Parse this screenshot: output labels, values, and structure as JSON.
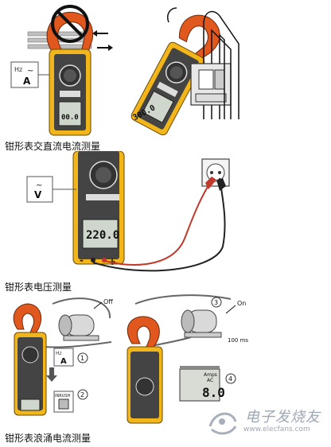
{
  "section1": {
    "caption": "钳形表交直流电流测量",
    "function_label_hz": "Hz",
    "function_label_tilde": "~",
    "function_label_unit": "A",
    "meter1_display": "00.0",
    "meter2_display": "300.0"
  },
  "section2": {
    "caption": "钳形表电压测量",
    "function_label_tilde": "~",
    "function_label_unit": "V",
    "display": "220.0",
    "minus_label": "-",
    "plus_label": "+"
  },
  "section3": {
    "caption": "钳形表浪涌电流测量",
    "motor_off_label": "Off",
    "motor_on_label": "On",
    "time_label": "100 ms",
    "step1": "1",
    "step2": "2",
    "step3": "3",
    "step4": "4",
    "function_label_hz": "Hz",
    "function_label_unit": "A",
    "inrush_label": "INRUSH",
    "amps_label": "Amps",
    "ac_label": "AC",
    "readout": "8.0"
  },
  "watermark": {
    "title": "电子发烧友",
    "url": "www.elecfans.com"
  }
}
